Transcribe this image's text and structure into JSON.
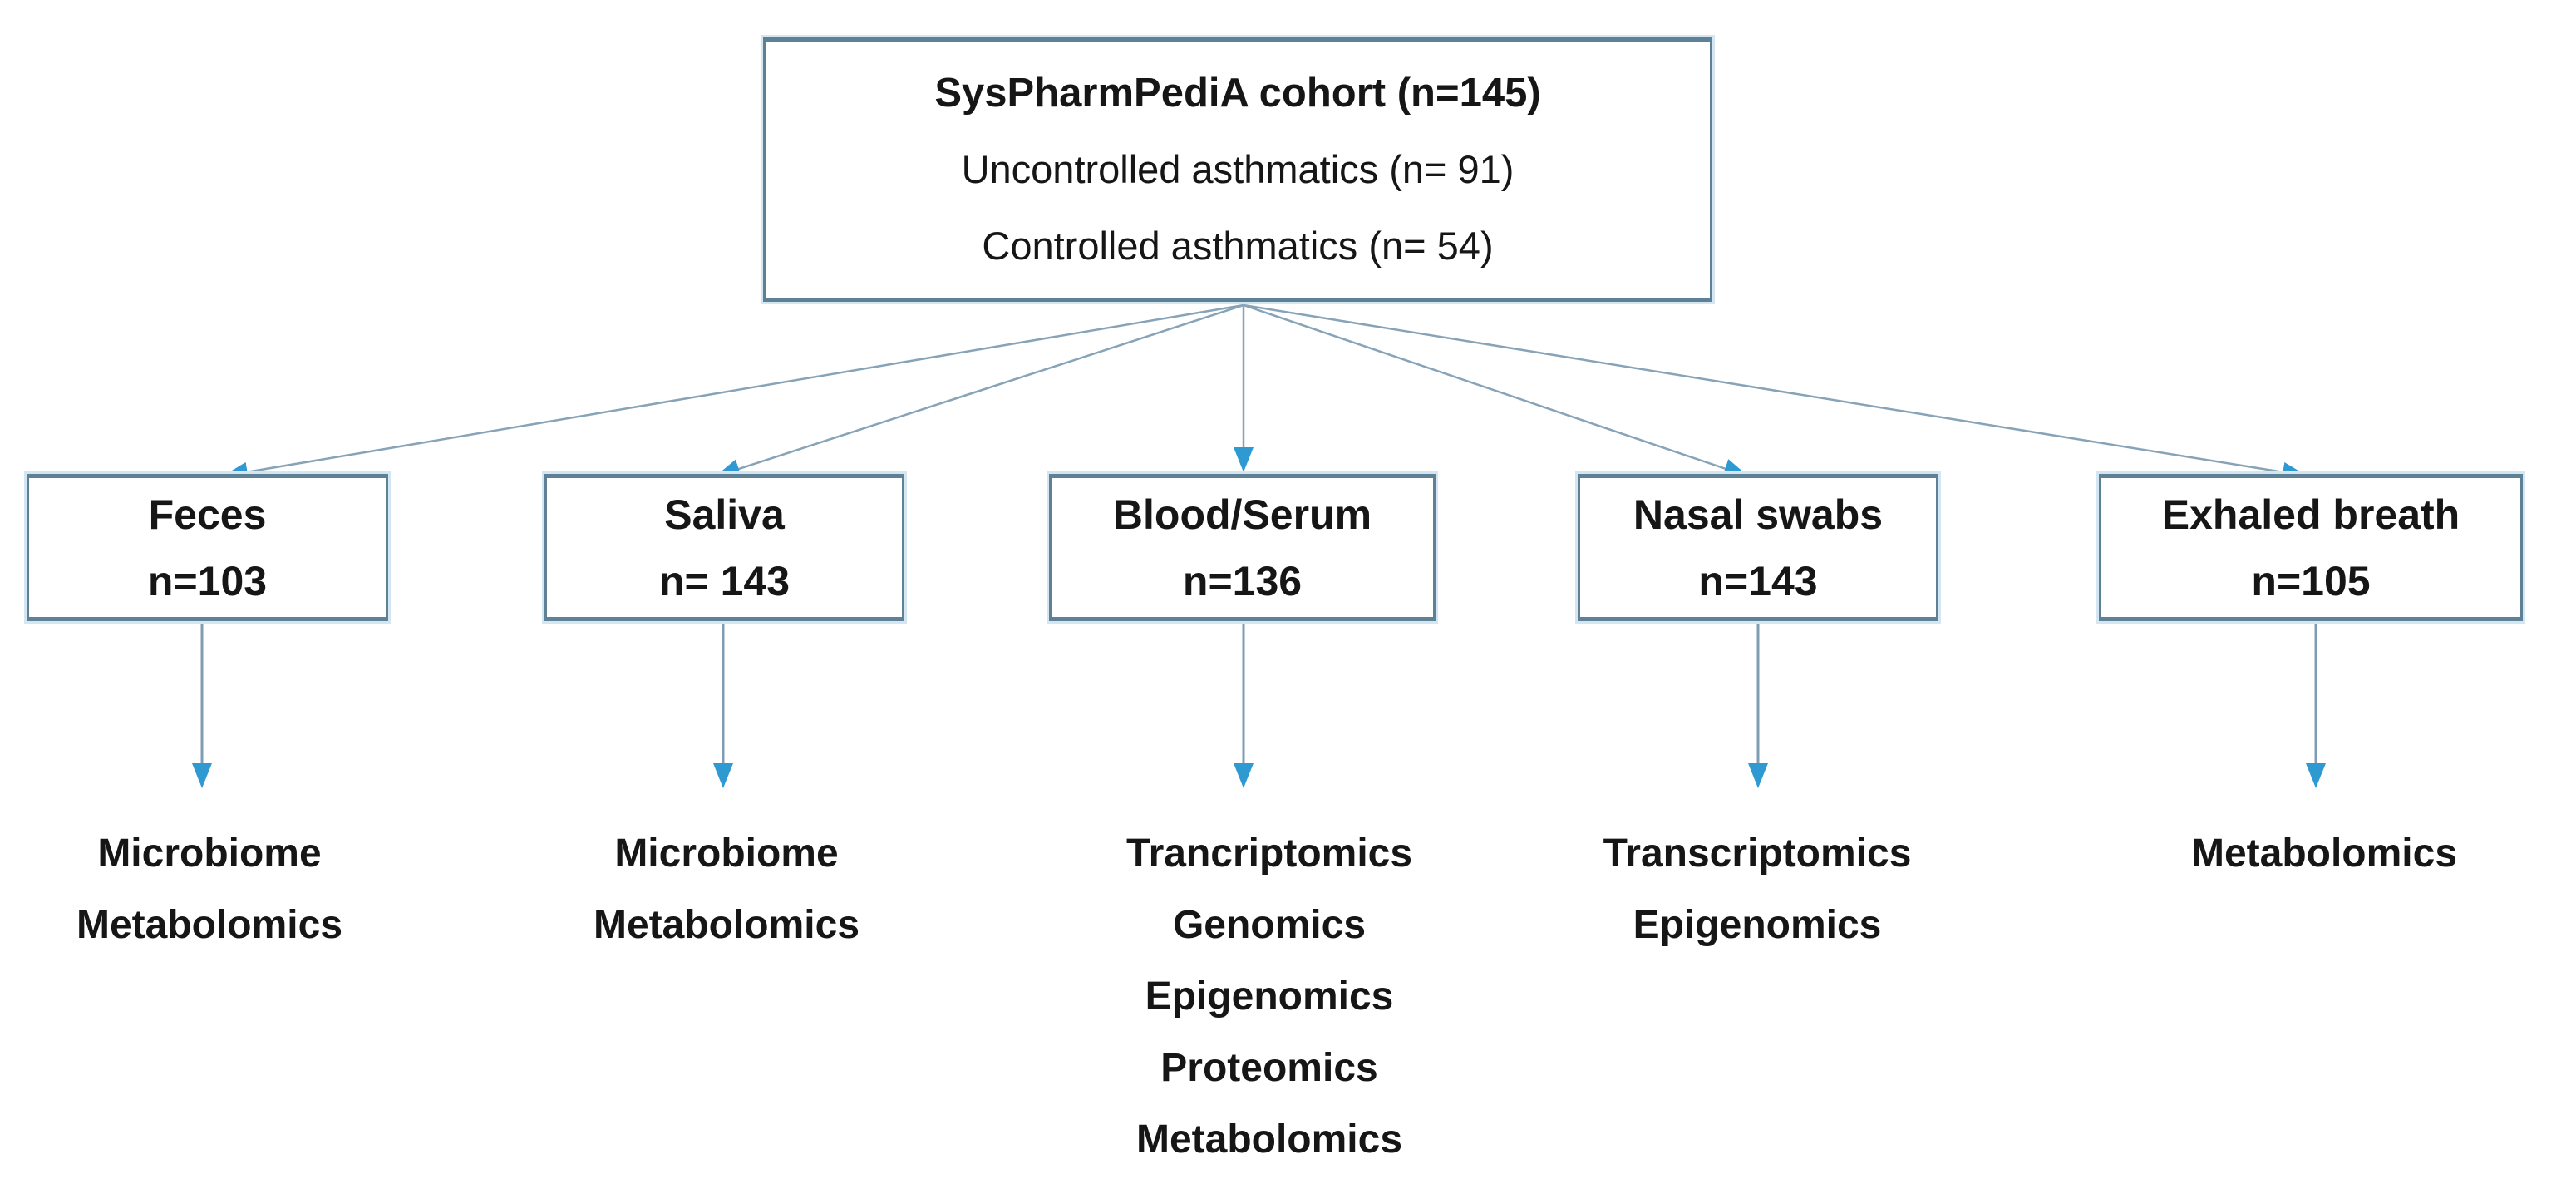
{
  "diagram": {
    "root": {
      "title": "SysPharmPediA cohort (n=145)",
      "subtitle1": "Uncontrolled asthmatics (n= 91)",
      "subtitle2": "Controlled asthmatics (n= 54)"
    },
    "samples": [
      {
        "label": "Feces",
        "n": "n=103",
        "assays": [
          "Microbiome",
          "Metabolomics"
        ]
      },
      {
        "label": "Saliva",
        "n": "n= 143",
        "assays": [
          "Microbiome",
          "Metabolomics"
        ]
      },
      {
        "label": "Blood/Serum",
        "n": "n=136",
        "assays": [
          "Trancriptomics",
          "Genomics",
          "Epigenomics",
          "Proteomics",
          "Metabolomics"
        ]
      },
      {
        "label": "Nasal swabs",
        "n": "n=143",
        "assays": [
          "Transcriptomics",
          "Epigenomics"
        ]
      },
      {
        "label": "Exhaled breath",
        "n": "n=105",
        "assays": [
          "Metabolomics"
        ]
      }
    ],
    "colors": {
      "box_border": "#5f8196",
      "box_halo": "#d4e6f2",
      "arrow_line": "#7f9db2",
      "arrow_head": "#2f9ad2",
      "text": "#161616"
    }
  }
}
